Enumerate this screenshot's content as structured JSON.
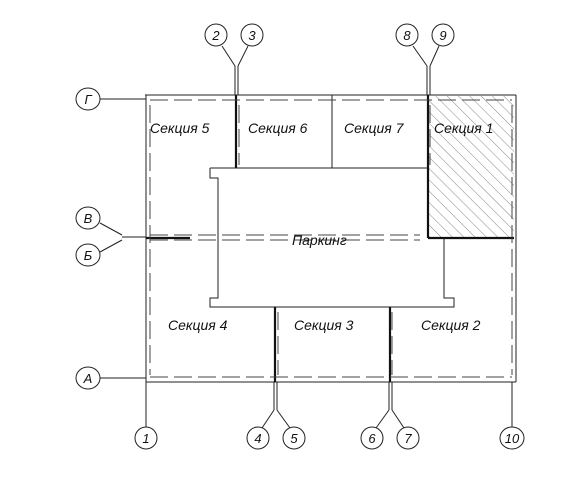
{
  "plan": {
    "sections": {
      "s1": "Секция 1",
      "s2": "Секция 2",
      "s3": "Секция 3",
      "s4": "Секция 4",
      "s5": "Секция 5",
      "s6": "Секция 6",
      "s7": "Секция 7"
    },
    "parking": "Паркинг",
    "highlighted_section": "Секция 1",
    "axes_letters": {
      "g": "Г",
      "v": "В",
      "b": "Б",
      "a": "А"
    },
    "axes_numbers": {
      "n1": "1",
      "n2": "2",
      "n3": "3",
      "n4": "4",
      "n5": "5",
      "n6": "6",
      "n7": "7",
      "n8": "8",
      "n9": "9",
      "n10": "10"
    }
  }
}
